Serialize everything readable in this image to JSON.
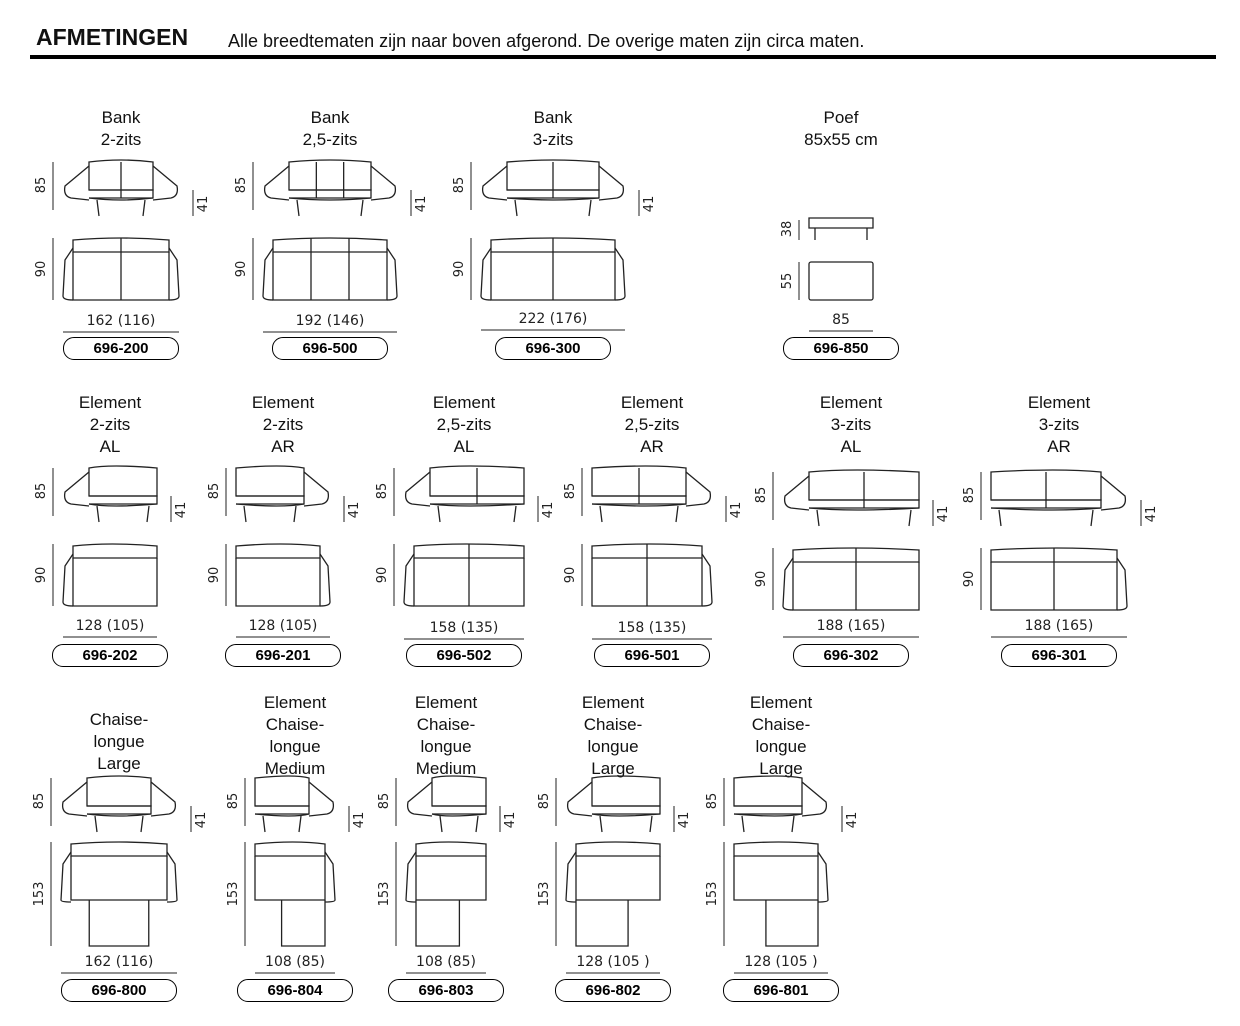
{
  "header": {
    "title": "AFMETINGEN",
    "subtitle": "Alle breedtematen zijn naar boven afgerond. De overige maten zijn circa maten."
  },
  "items": [
    {
      "title": [
        "Bank",
        "2-zits"
      ],
      "code": "696-200",
      "width_label": "162 (116)",
      "height": "85",
      "seat_height": "41",
      "depth": "90",
      "kind": "sofa",
      "w": 116,
      "seats": 2
    },
    {
      "title": [
        "Bank",
        "2,5-zits"
      ],
      "code": "696-500",
      "width_label": "192 (146)",
      "height": "85",
      "seat_height": "41",
      "depth": "90",
      "kind": "sofa",
      "w": 134,
      "seats": 3
    },
    {
      "title": [
        "Bank",
        "3-zits"
      ],
      "code": "696-300",
      "width_label": "222 (176)",
      "height": "85",
      "seat_height": "41",
      "depth": "90",
      "kind": "sofa",
      "w": 144,
      "seats": 2
    },
    {
      "title": [
        "Poef",
        "85x55 cm"
      ],
      "code": "696-850",
      "width_label": "85",
      "height": "38",
      "seat_height": "",
      "depth": "55",
      "kind": "poef",
      "w": 64,
      "seats": 1
    },
    {
      "title": [
        "Element",
        "2-zits",
        "AL"
      ],
      "code": "696-202",
      "width_label": "128 (105)",
      "height": "85",
      "seat_height": "41",
      "depth": "90",
      "kind": "elemL",
      "w": 94,
      "seats": 1
    },
    {
      "title": [
        "Element",
        "2-zits",
        "AR"
      ],
      "code": "696-201",
      "width_label": "128 (105)",
      "height": "85",
      "seat_height": "41",
      "depth": "90",
      "kind": "elemR",
      "w": 94,
      "seats": 1
    },
    {
      "title": [
        "Element",
        "2,5-zits",
        "AL"
      ],
      "code": "696-502",
      "width_label": "158 (135)",
      "height": "85",
      "seat_height": "41",
      "depth": "90",
      "kind": "elemL",
      "w": 120,
      "seats": 2
    },
    {
      "title": [
        "Element",
        "2,5-zits",
        "AR"
      ],
      "code": "696-501",
      "width_label": "158 (135)",
      "height": "85",
      "seat_height": "41",
      "depth": "90",
      "kind": "elemR",
      "w": 120,
      "seats": 2
    },
    {
      "title": [
        "Element",
        "3-zits",
        "AL"
      ],
      "code": "696-302",
      "width_label": "188 (165)",
      "height": "85",
      "seat_height": "41",
      "depth": "90",
      "kind": "elemL",
      "w": 136,
      "seats": 2
    },
    {
      "title": [
        "Element",
        "3-zits",
        "AR"
      ],
      "code": "696-301",
      "width_label": "188 (165)",
      "height": "85",
      "seat_height": "41",
      "depth": "90",
      "kind": "elemR",
      "w": 136,
      "seats": 2
    },
    {
      "title": [
        "Chaise-",
        "longue",
        "Large"
      ],
      "code": "696-800",
      "width_label": "162 (116)",
      "height": "85",
      "seat_height": "41",
      "depth": "153",
      "kind": "chaise",
      "w": 116,
      "seats": 1
    },
    {
      "title": [
        "Element",
        "Chaise-",
        "longue",
        "Medium"
      ],
      "code": "696-804",
      "width_label": "108 (85)",
      "height": "85",
      "seat_height": "41",
      "depth": "153",
      "kind": "chaiseR",
      "w": 80,
      "seats": 1
    },
    {
      "title": [
        "Element",
        "Chaise-",
        "longue",
        "Medium"
      ],
      "code": "696-803",
      "width_label": "108 (85)",
      "height": "85",
      "seat_height": "41",
      "depth": "153",
      "kind": "chaiseL",
      "w": 80,
      "seats": 1
    },
    {
      "title": [
        "Element",
        "Chaise-",
        "longue",
        "Large"
      ],
      "code": "696-802",
      "width_label": "128 (105 )",
      "height": "85",
      "seat_height": "41",
      "depth": "153",
      "kind": "chaiseL",
      "w": 94,
      "seats": 1
    },
    {
      "title": [
        "Element",
        "Chaise-",
        "longue",
        "Large"
      ],
      "code": "696-801",
      "width_label": "128 (105 )",
      "height": "85",
      "seat_height": "41",
      "depth": "153",
      "kind": "chaiseR",
      "w": 94,
      "seats": 1
    }
  ]
}
